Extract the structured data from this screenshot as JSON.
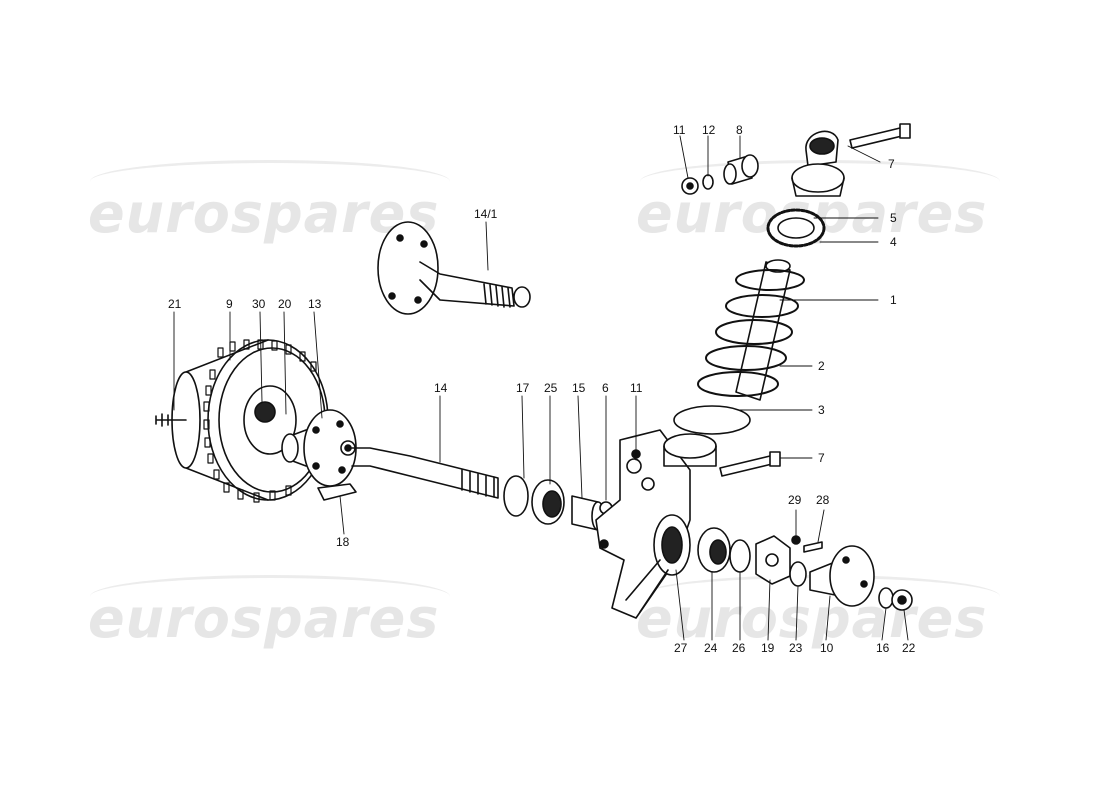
{
  "watermark": {
    "text": "eurospares"
  },
  "callouts": [
    {
      "id": "c1",
      "label": "1"
    },
    {
      "id": "c2",
      "label": "2"
    },
    {
      "id": "c3",
      "label": "3"
    },
    {
      "id": "c4",
      "label": "4"
    },
    {
      "id": "c5",
      "label": "5"
    },
    {
      "id": "c6",
      "label": "6"
    },
    {
      "id": "c7a",
      "label": "7"
    },
    {
      "id": "c7b",
      "label": "7"
    },
    {
      "id": "c8",
      "label": "8"
    },
    {
      "id": "c9",
      "label": "9"
    },
    {
      "id": "c10",
      "label": "10"
    },
    {
      "id": "c11a",
      "label": "11"
    },
    {
      "id": "c11b",
      "label": "11"
    },
    {
      "id": "c12",
      "label": "12"
    },
    {
      "id": "c13",
      "label": "13"
    },
    {
      "id": "c14",
      "label": "14"
    },
    {
      "id": "c14_1",
      "label": "14/1"
    },
    {
      "id": "c15",
      "label": "15"
    },
    {
      "id": "c16",
      "label": "16"
    },
    {
      "id": "c17",
      "label": "17"
    },
    {
      "id": "c18",
      "label": "18"
    },
    {
      "id": "c19",
      "label": "19"
    },
    {
      "id": "c20",
      "label": "20"
    },
    {
      "id": "c21",
      "label": "21"
    },
    {
      "id": "c22",
      "label": "22"
    },
    {
      "id": "c23",
      "label": "23"
    },
    {
      "id": "c24",
      "label": "24"
    },
    {
      "id": "c25",
      "label": "25"
    },
    {
      "id": "c26",
      "label": "26"
    },
    {
      "id": "c27",
      "label": "27"
    },
    {
      "id": "c28",
      "label": "28"
    },
    {
      "id": "c29",
      "label": "29"
    },
    {
      "id": "c30",
      "label": "30"
    }
  ]
}
